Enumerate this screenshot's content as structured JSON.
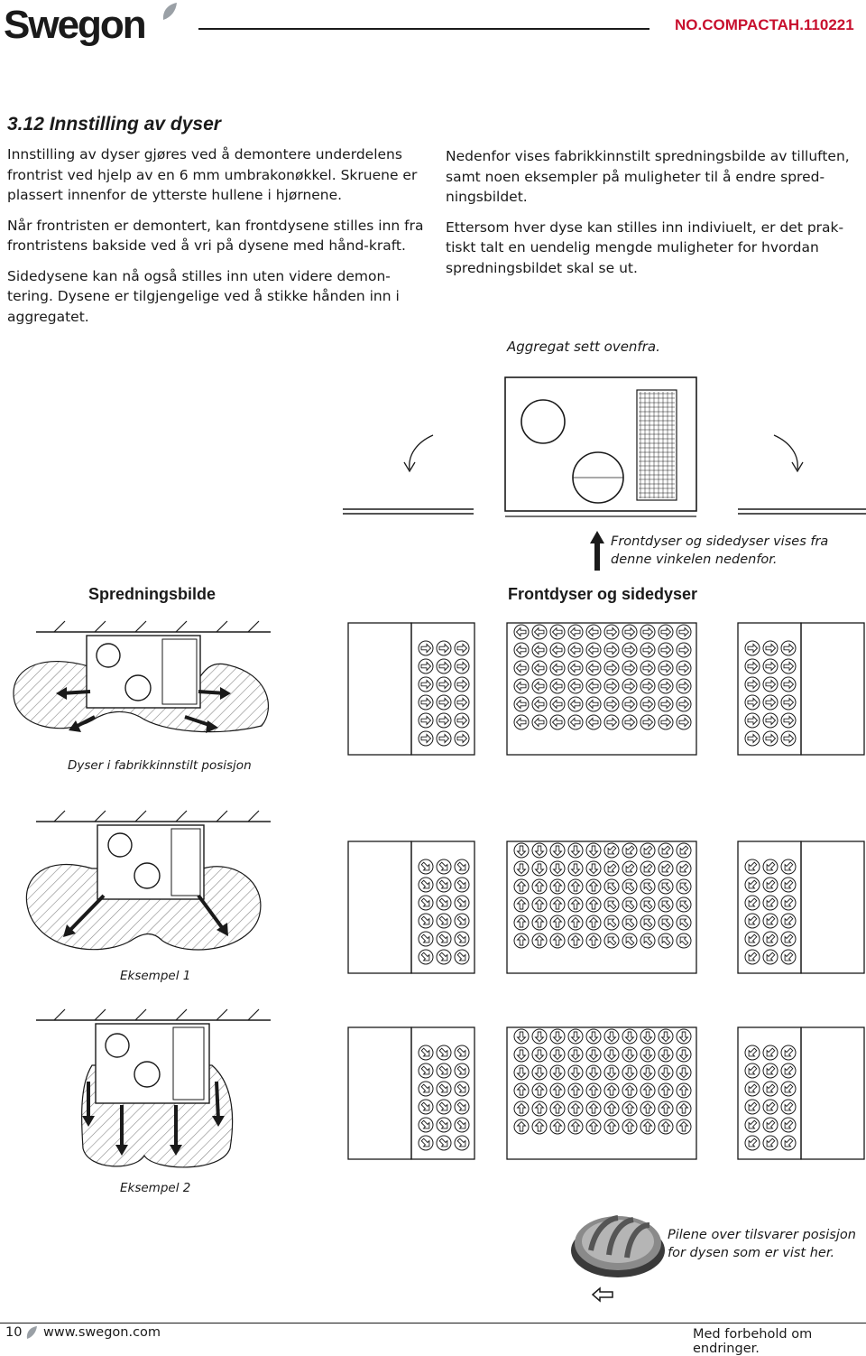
{
  "header": {
    "brand": "Swegon",
    "doc_code": "NO.COMPACTAH.110221"
  },
  "section": {
    "title": "3.12 Innstilling av dyser",
    "paragraphs_left": [
      "Innstilling av dyser gjøres ved å demontere underdelens frontrist ved hjelp av en 6 mm umbrakonøkkel. Skruene er plassert innenfor de ytterste hullene i hjørnene.",
      "Når frontristen er demontert, kan frontdysene stilles inn fra frontristens bakside ved å vri på dysene med hånd-kraft.",
      "Sidedysene kan nå også stilles inn uten videre demon-tering. Dysene er tilgjengelige ved å stikke hånden inn i aggregatet."
    ],
    "paragraphs_right": [
      "Nedenfor vises fabrikkinnstilt spredningsbilde av tilluften, samt noen eksempler på muligheter til å endre spred-ningsbildet.",
      "Ettersom hver dyse kan stilles inn indiviuelt, er det prak-tiskt talt en uendelig mengde muligheter for hvordan spredningsbildet skal se ut."
    ]
  },
  "figures": {
    "top_view_caption": "Aggregat sett ovenfra.",
    "angle_note": "Frontdyser og sidedyser vises fra denne vinkelen nedenfor.",
    "heading_left": "Spredningsbilde",
    "heading_right": "Frontdyser og sidedyser",
    "caption_default": "Dyser i fabrikkinnstilt posisjon",
    "caption_example1": "Eksempel 1",
    "caption_example2": "Eksempel 2",
    "nozzle_note": "Pilene over tilsvarer posisjon for dysen som er vist her."
  },
  "footer": {
    "page_number": "10",
    "website": "www.swegon.com",
    "disclaimer": "Med forbehold om endringer."
  },
  "icons": [
    "leaf-icon",
    "up-arrow-icon",
    "rotate-arrow-icon",
    "nozzle-arrow-icon"
  ],
  "colors": {
    "brand_red": "#c8102e",
    "ink": "#1a1a1a"
  }
}
